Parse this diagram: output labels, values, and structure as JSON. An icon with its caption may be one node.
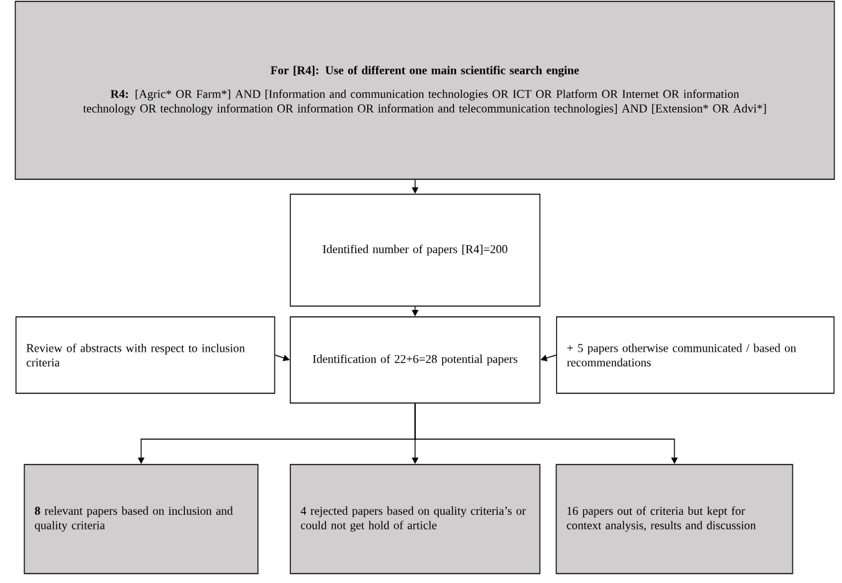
{
  "diagram": {
    "nodes": [
      {
        "text": [
          "For [R4]: Use of different one main scientific search engine",
          "**R4:** [Agric* OR Farm*] AND [Information and communication technologies OR ICT OR Platform OR Internet OR information technology OR technology information OR information OR information and telecommunication technologies] AND [Extension* OR Advi*]"
        ]
      },
      {
        "text": [
          "Identified number of papers [R4]=200"
        ]
      },
      {
        "text": [
          "Review of abstracts with respect to inclusion criteria"
        ]
      },
      {
        "text": [
          "Identification of 22+6=28 potential papers"
        ]
      },
      {
        "text": [
          "+ 5 papers otherwise communicated / based on recommendations"
        ]
      },
      {
        "text": [
          "**8** relevant papers based on inclusion and quality criteria"
        ]
      },
      {
        "text": [
          "4 rejected papers based on quality criteria’s or could not get hold of article"
        ]
      },
      {
        "text": [
          "16 papers out of criteria but kept for context analysis, results and discussion"
        ]
      }
    ],
    "edges": [
      {
        "from": 0,
        "to": 1,
        "arrow": "to"
      },
      {
        "from": 1,
        "to": 3,
        "arrow": "to"
      },
      {
        "from": 2,
        "to": 3,
        "arrow": "to"
      },
      {
        "from": 4,
        "to": 3,
        "arrow": "to"
      },
      {
        "from": 3,
        "to": 5,
        "arrow": "to"
      },
      {
        "from": 3,
        "to": 6,
        "arrow": "to"
      },
      {
        "from": 3,
        "to": 7,
        "arrow": "to"
      }
    ]
  }
}
